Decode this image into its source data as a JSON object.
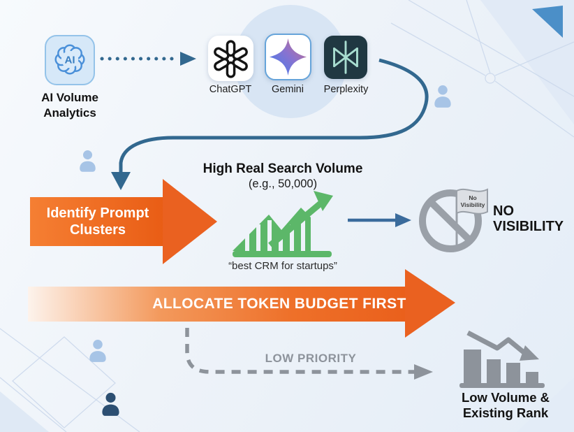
{
  "colors": {
    "orange": "#eb6424",
    "arrow_blue": "#32688f",
    "chart_green": "#5cb769",
    "neutral_gray": "#9aa0a8",
    "person_light_blue": "#a7c4e6",
    "person_dark_blue": "#2c4f72",
    "background": "#edf2f8"
  },
  "icons": {
    "source": "ai-cloud-icon",
    "platforms": [
      "chatgpt-icon",
      "gemini-icon",
      "perplexity-icon"
    ],
    "growth": "growth-chart-icon",
    "blocked": "no-visibility-sign-icon",
    "decline": "declining-bar-chart-icon",
    "people": "person-icon"
  },
  "source": {
    "glyph": "AI",
    "label": "AI Volume Analytics"
  },
  "platforms": {
    "items": [
      {
        "label": "ChatGPT"
      },
      {
        "label": "Gemini"
      },
      {
        "label": "Perplexity"
      }
    ]
  },
  "identify": {
    "label": "Identify Prompt Clusters"
  },
  "search_volume": {
    "title": "High Real Search Volume",
    "subtitle": "(e.g., 50,000)",
    "query": "“best CRM for startups”"
  },
  "no_visibility": {
    "flag_line1": "No",
    "flag_line2": "Visibility",
    "label": "NO VISIBILITY"
  },
  "token_budget": {
    "label": "ALLOCATE TOKEN BUDGET FIRST"
  },
  "low_priority": {
    "label": "LOW PRIORITY"
  },
  "low_volume": {
    "label": "Low Volume & Existing Rank"
  }
}
